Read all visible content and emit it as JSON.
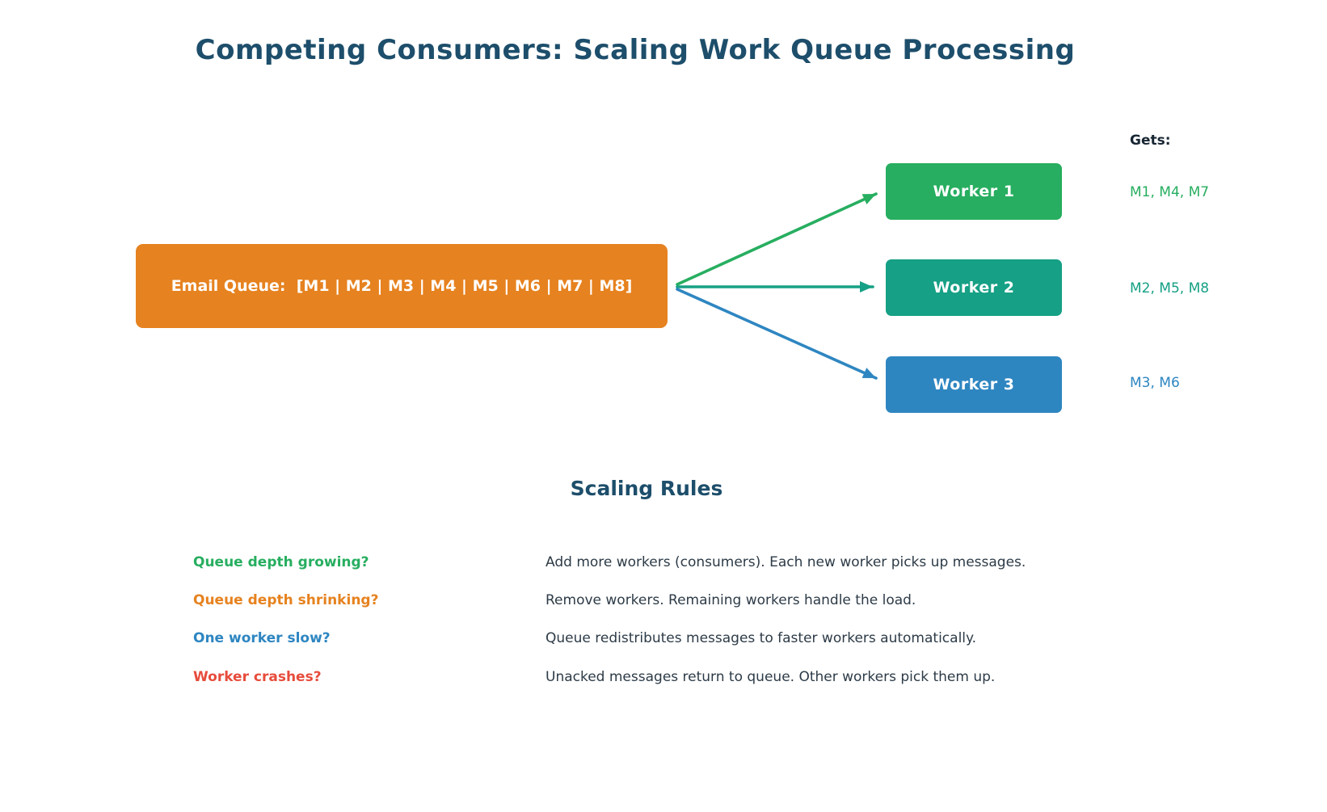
{
  "title": "Competing Consumers: Scaling Work Queue Processing",
  "colors": {
    "title_text": "#1d4e6b",
    "body_text": "#2d3b47",
    "gets_header_text": "#182633",
    "queue_orange": "#e6821f",
    "worker_green": "#27ae60",
    "worker_teal": "#16a085",
    "worker_blue": "#2e86c1",
    "crash_red": "#e74c3c"
  },
  "queue": {
    "label": "Email Queue:  [M1 | M2 | M3 | M4 | M5 | M6 | M7 | M8]",
    "color": "#e6821f"
  },
  "gets_header": "Gets:",
  "workers": [
    {
      "name": "Worker 1",
      "gets": "M1, M4, M7",
      "color": "#27ae60"
    },
    {
      "name": "Worker 2",
      "gets": "M2, M5, M8",
      "color": "#16a085"
    },
    {
      "name": "Worker 3",
      "gets": "M3, M6",
      "color": "#2e86c1"
    }
  ],
  "scaling_rules": {
    "title": "Scaling Rules",
    "rules": [
      {
        "question": "Queue depth growing?",
        "answer": "Add more workers (consumers). Each new worker picks up messages.",
        "color": "#27ae60"
      },
      {
        "question": "Queue depth shrinking?",
        "answer": "Remove workers. Remaining workers handle the load.",
        "color": "#e6821f"
      },
      {
        "question": "One worker slow?",
        "answer": "Queue redistributes messages to faster workers automatically.",
        "color": "#2e86c1"
      },
      {
        "question": "Worker crashes?",
        "answer": "Unacked messages return to queue. Other workers pick them up.",
        "color": "#e74c3c"
      }
    ]
  }
}
